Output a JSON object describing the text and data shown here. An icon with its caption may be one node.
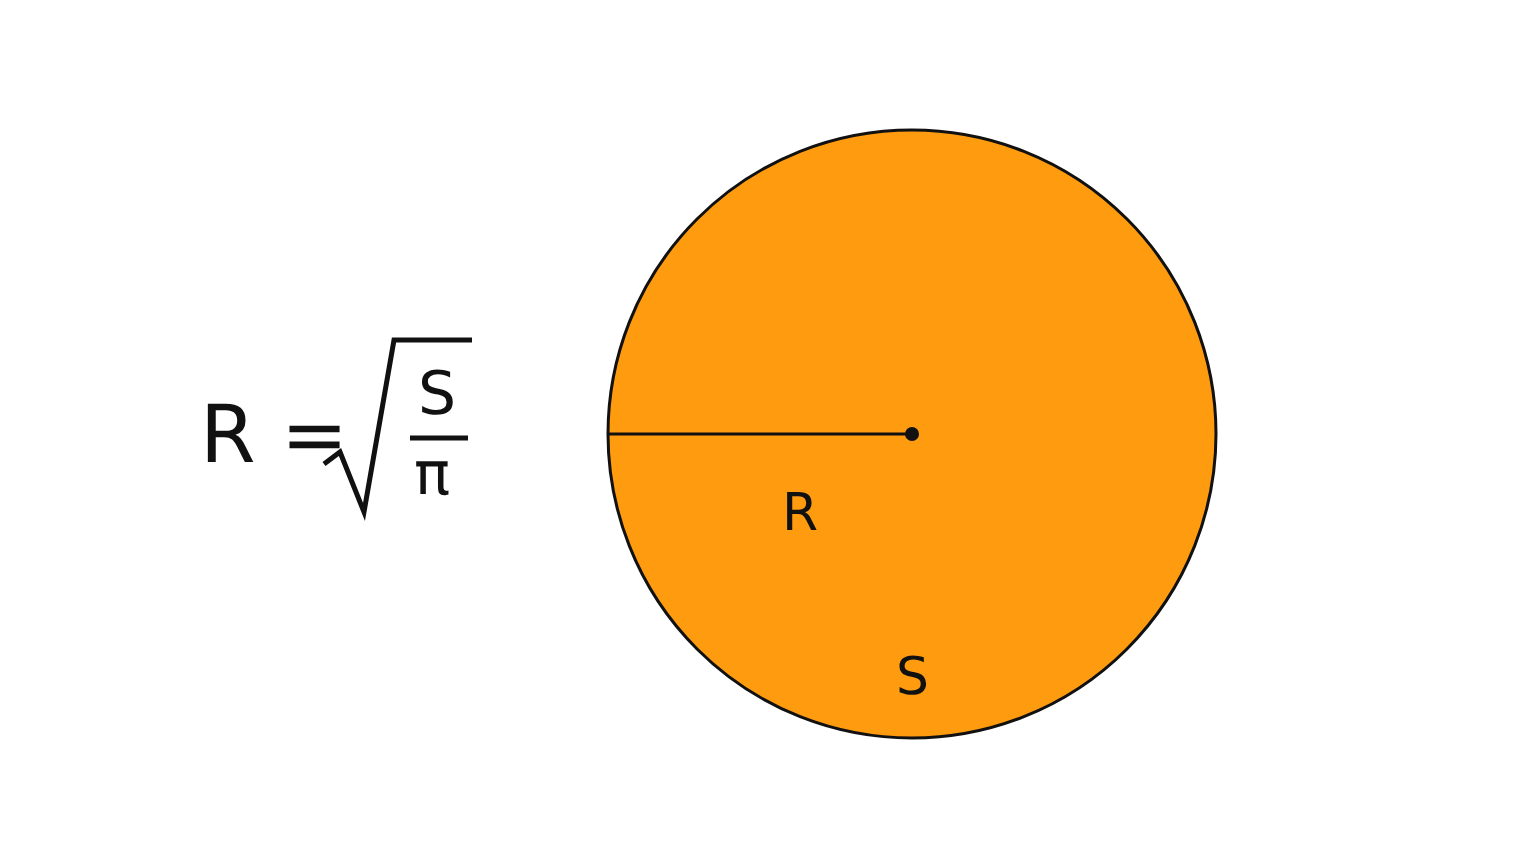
{
  "diagram": {
    "nodes": [
      {
        "text": [
          "R",
          "S"
        ]
      }
    ],
    "labels": [
      "R =",
      "S",
      "π"
    ]
  }
}
